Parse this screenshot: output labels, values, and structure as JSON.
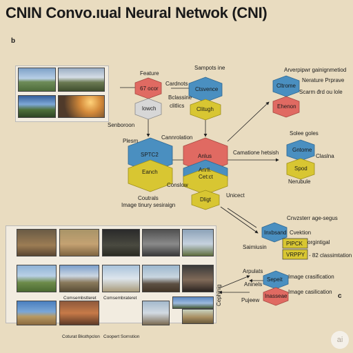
{
  "title": "CNIN Convo.ıual Neural Netwok (CNI)",
  "panel_letters": {
    "b": "b",
    "c": "c"
  },
  "labels": {
    "feature": "Feature",
    "cardnots": "Cardnots",
    "bclassine": "Bclassine",
    "clitlics": "clitlics",
    "sampots": "Sampots ine",
    "senboroon": "Senboroon",
    "plesm": "Plesm",
    "cannrolation": "Cannrolation",
    "conslow": "Conslow",
    "coutrals": "Coutrals",
    "image_tinury": "Image tinury sesiraign",
    "unicect": "Unicect",
    "arverp": "Arverpipwr gainignmetiod",
    "nerature": "Nerature Prprave",
    "scarm": "Scarm đrd ou lole",
    "solee": "Solee goles",
    "camatione": "Camatione hetsish",
    "claslna": "Claslna",
    "nerubule": "Nerubule",
    "cnvzsterr": "Cnvzsterr age-segus",
    "cvektion": "Cvektion",
    "orgintigal": "orgintigal",
    "classimtation": "- 82 classimtation",
    "saimiusin": "Saimiusin",
    "arpulats": "Arpulats",
    "aninels": "Aninels",
    "image_crasification": "Image crasification",
    "image_casilication": "Image casilication",
    "pujeew": "Pujeew",
    "cephinig": "Cephinig",
    "comsembsteret": "Comsembstteret",
    "comsembrateret": "Comsembrateret",
    "coturat": "Coturat Bksthpclon",
    "coopert": "Coopert Sornstion"
  },
  "hexes": {
    "h1": "67 ocor",
    "h2": "lowch",
    "h3": "Ctsvence",
    "h4": "Clitugh",
    "h5": "SPTC2",
    "h6": "Eanch",
    "h7": "Anlus",
    "h8": "Anrll. Cet:ct",
    "h9": "Dligt",
    "h10": "Cltrome",
    "h11": "Ehenon",
    "h12": "Gntome",
    "h13": "Spod",
    "h14": "Inxbsand",
    "h15": "Sepeit",
    "h16": "Inasseae"
  },
  "rect_labels": {
    "pipck": "PIPCK",
    "vrppy": "VRPPY"
  },
  "colors": {
    "background": "#e9dcc0",
    "blue": "#4a8fc0",
    "red": "#e06a62",
    "yellow": "#d8c632",
    "grey": "#d7d7d7"
  },
  "badge": "ai"
}
